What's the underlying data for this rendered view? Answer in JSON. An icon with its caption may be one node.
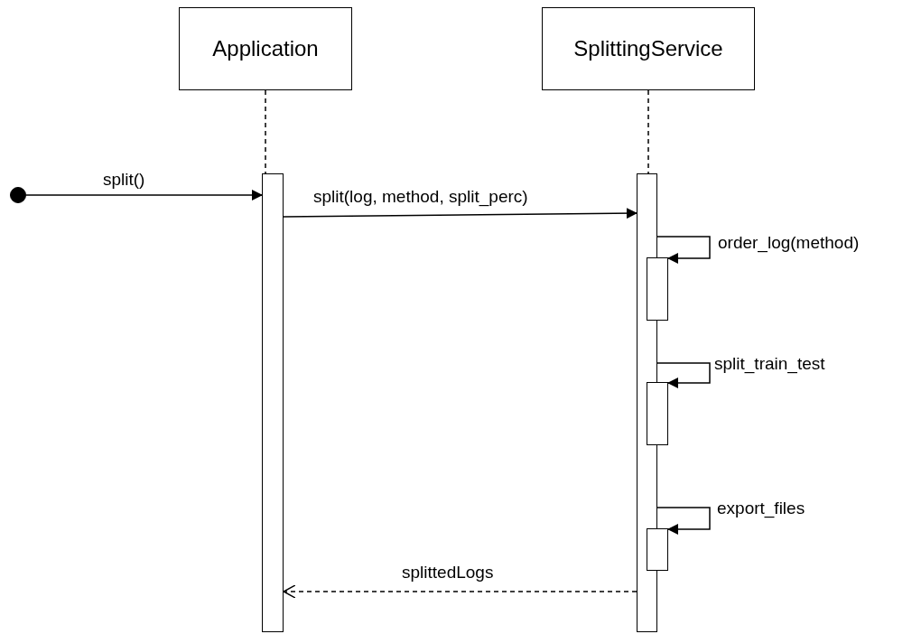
{
  "diagram": {
    "nodes": [
      {
        "text": [
          "Application"
        ]
      },
      {
        "text": [
          "SplittingService"
        ]
      },
      {
        "text": [],
        "shape": "circle"
      },
      {
        "text": [],
        "shape": "bar"
      },
      {
        "text": [],
        "shape": "bar"
      },
      {
        "text": [],
        "shape": "bar"
      },
      {
        "text": [],
        "shape": "bar"
      },
      {
        "text": [],
        "shape": "bar"
      }
    ],
    "edges": [
      {
        "from": 0,
        "to": 3,
        "arrow": "none",
        "style": "dashed"
      },
      {
        "from": 1,
        "to": 4,
        "arrow": "none",
        "style": "dashed"
      },
      {
        "from": 2,
        "to": 3,
        "arrow": "to",
        "label": "split()"
      },
      {
        "from": 3,
        "to": 4,
        "arrow": "to",
        "label": "split(log, method, split_perc)"
      },
      {
        "from": 4,
        "to": 5,
        "arrow": "to",
        "label": "order_log(method)"
      },
      {
        "from": 4,
        "to": 6,
        "arrow": "to",
        "label": "split_train_test"
      },
      {
        "from": 4,
        "to": 7,
        "arrow": "to",
        "label": "export_files"
      },
      {
        "from": 4,
        "to": 3,
        "arrow": "to",
        "label": "splittedLogs",
        "style": "dashed"
      }
    ]
  }
}
